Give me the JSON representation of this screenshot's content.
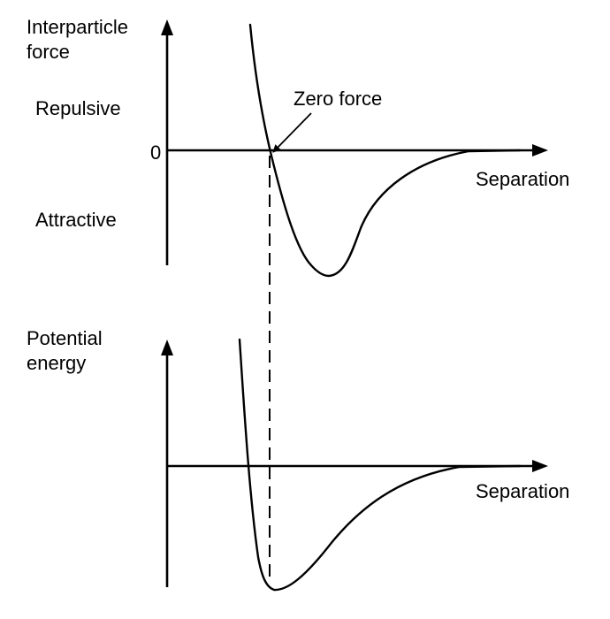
{
  "force_graph": {
    "y_label_line1": "Interparticle",
    "y_label_line2": "force",
    "repulsive_label": "Repulsive",
    "attractive_label": "Attractive",
    "zero_tick_label": "0",
    "x_label": "Separation",
    "annotation": "Zero force"
  },
  "energy_graph": {
    "y_label_line1": "Potential",
    "y_label_line2": "energy",
    "x_label": "Separation"
  },
  "colors": {
    "ink": "#000000",
    "background": "#ffffff"
  }
}
